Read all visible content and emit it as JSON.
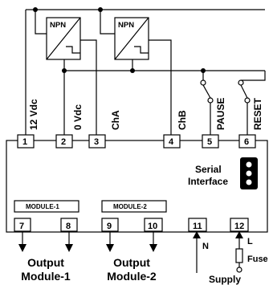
{
  "sensors": [
    {
      "id": "sensor-1",
      "label": "NPN"
    },
    {
      "id": "sensor-2",
      "label": "NPN"
    }
  ],
  "wire_labels": [
    "12 Vdc",
    "0 Vdc",
    "ChA",
    "ChB",
    "PAUSE",
    "RESET"
  ],
  "terminals_top": [
    "1",
    "2",
    "3",
    "4",
    "5",
    "6"
  ],
  "terminals_bottom": [
    "7",
    "8",
    "9",
    "10",
    "11",
    "12"
  ],
  "serial": {
    "line1": "Serial",
    "line2": "Interface"
  },
  "modules": [
    {
      "label": "MODULE-1",
      "out_line1": "Output",
      "out_line2": "Module-1"
    },
    {
      "label": "MODULE-2",
      "out_line1": "Output",
      "out_line2": "Module-2"
    }
  ],
  "supply": {
    "n_label": "N",
    "l_label": "L",
    "fuse_label": "Fuse",
    "caption": "Supply"
  }
}
